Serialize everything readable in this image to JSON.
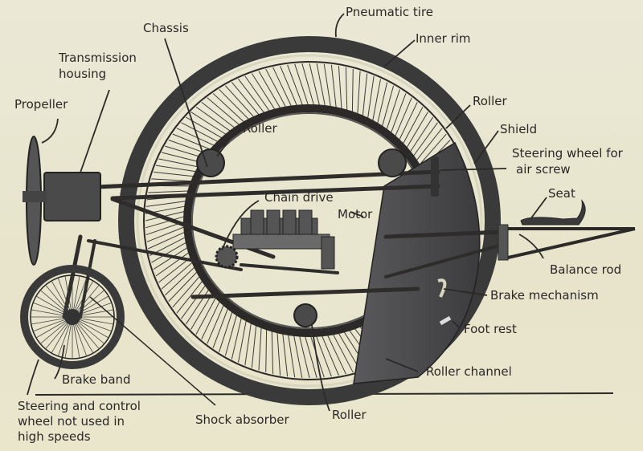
{
  "diagram": {
    "subject": "Monowheel vehicle with propeller",
    "colors": {
      "background": "#e8e5cd",
      "ink": "#2b2a28",
      "shield": "#4a4a4c",
      "tire": "#3a3a3a"
    },
    "labels": {
      "pneumatic_tire": "Pneumatic tire",
      "inner_rim": "Inner rim",
      "chassis": "Chassis",
      "transmission_housing_1": "Transmission",
      "transmission_housing_2": "housing",
      "propeller": "Propeller",
      "roller_upper_left": "Roller",
      "roller_upper_right": "Roller",
      "shield": "Shield",
      "steering_wheel_air_screw_1": "Steering wheel for",
      "steering_wheel_air_screw_2": "air screw",
      "seat": "Seat",
      "chain_drive": "Chain drive",
      "motor": "Motor",
      "balance_rod": "Balance rod",
      "brake_mechanism": "Brake mechanism",
      "foot_rest": "Foot rest",
      "roller_channel": "Roller channel",
      "roller_bottom": "Roller",
      "brake_band": "Brake band",
      "shock_absorber": "Shock absorber",
      "steering_control_wheel_1": "Steering and control",
      "steering_control_wheel_2": "wheel not used in",
      "steering_control_wheel_3": "high speeds"
    }
  }
}
